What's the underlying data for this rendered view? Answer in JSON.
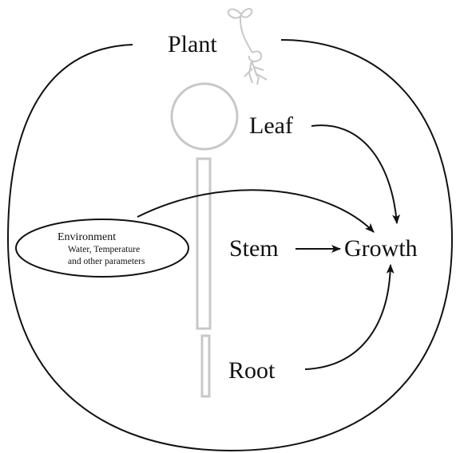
{
  "diagram": {
    "plant_label": "Plant",
    "leaf_label": "Leaf",
    "stem_label": "Stem",
    "root_label": "Root",
    "growth_label": "Growth",
    "environment": {
      "title": "Environment",
      "line1": "Water, Temperature",
      "line2": "and other parameters"
    }
  },
  "colors": {
    "ink": "#111111",
    "plant_outline": "#c8c8c8",
    "background": "#ffffff"
  },
  "icons": [
    "seedling-icon"
  ]
}
